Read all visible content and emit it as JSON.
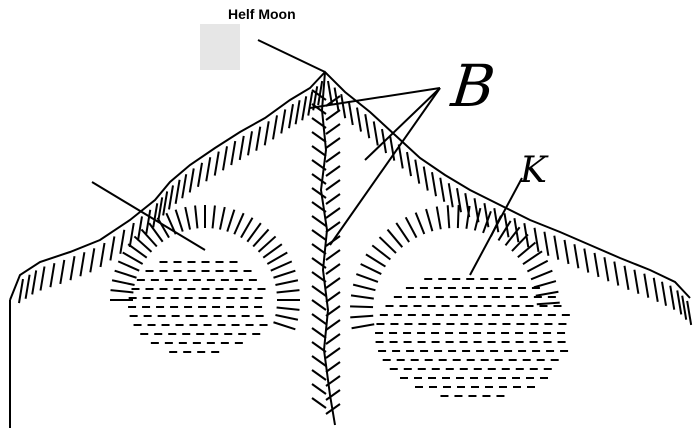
{
  "labels": {
    "top": "Helf Moon",
    "b": "B",
    "k": "K"
  },
  "colors": {
    "ink": "#000000",
    "background": "#ffffff",
    "placeholder": "#e6e6e6"
  }
}
